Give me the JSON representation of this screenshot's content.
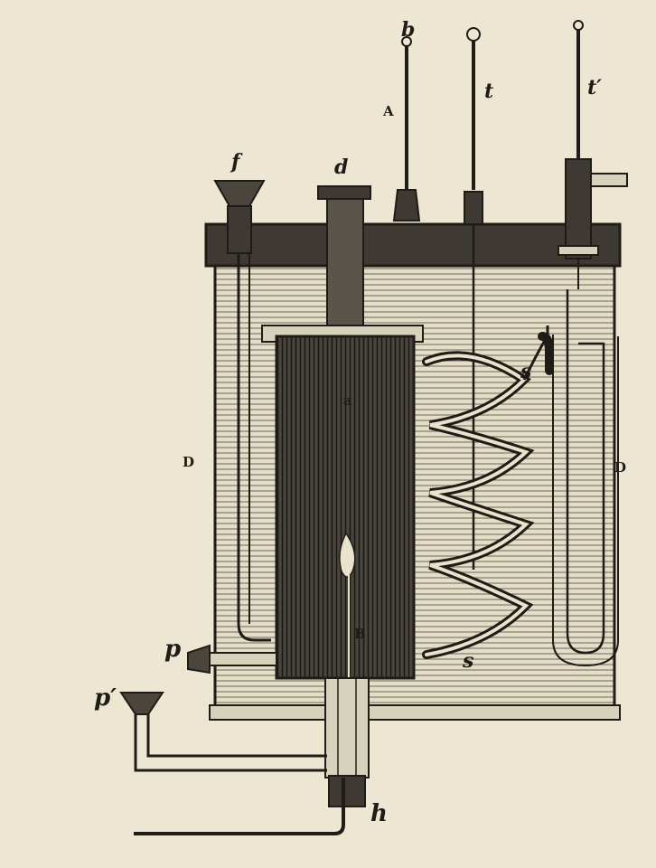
{
  "colors": {
    "paper": "#ece6d2",
    "ink": "#1f1c18",
    "water": "#c9c2ae",
    "dark_fill": "#3e3a33"
  },
  "labels": {
    "b": "b",
    "A": "A",
    "t": "t",
    "t_prime": "t′",
    "f": "f",
    "d": "d",
    "a": "a",
    "D_left": "D",
    "D_right": "D",
    "s_upper": "s",
    "s_lower": "s",
    "B": "B",
    "p": "p",
    "p_prime": "p′",
    "h": "h"
  }
}
